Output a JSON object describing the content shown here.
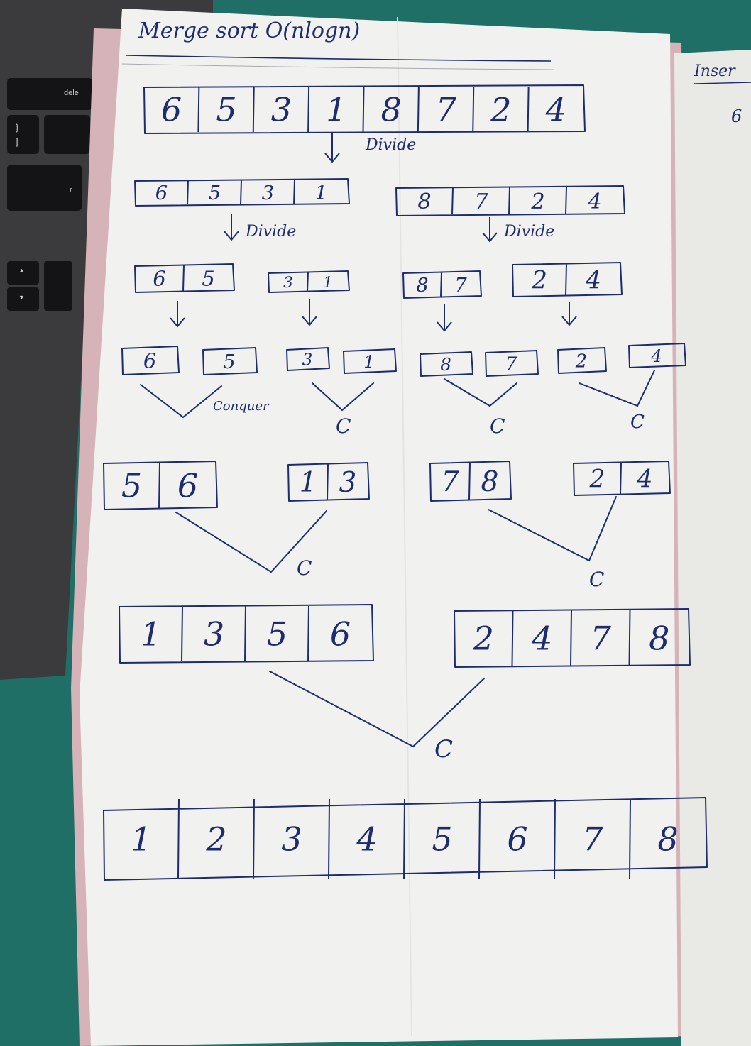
{
  "page": {
    "title": "Merge sort O(nlogn)",
    "divide_label": "Divide",
    "conquer_label": "Conquer",
    "c_label": "C",
    "next_page_fragment": "Inser",
    "next_page_digit": "6"
  },
  "laptop": {
    "key_delete": "dele",
    "key_r": "r",
    "key_up": "▲",
    "key_down": "▼",
    "key_brace": "}",
    "key_bracket": "]"
  },
  "levels": [
    {
      "arrays": [
        [
          "6",
          "5",
          "3",
          "1",
          "8",
          "7",
          "2",
          "4"
        ]
      ]
    },
    {
      "arrays": [
        [
          "6",
          "5",
          "3",
          "1"
        ],
        [
          "8",
          "7",
          "2",
          "4"
        ]
      ]
    },
    {
      "arrays": [
        [
          "6",
          "5"
        ],
        [
          "3",
          "1"
        ],
        [
          "8",
          "7"
        ],
        [
          "2",
          "4"
        ]
      ]
    },
    {
      "arrays": [
        [
          "6"
        ],
        [
          "5"
        ],
        [
          "3"
        ],
        [
          "1"
        ],
        [
          "8"
        ],
        [
          "7"
        ],
        [
          "2"
        ],
        [
          "4"
        ]
      ]
    },
    {
      "arrays": [
        [
          "5",
          "6"
        ],
        [
          "1",
          "3"
        ],
        [
          "7",
          "8"
        ],
        [
          "2",
          "4"
        ]
      ]
    },
    {
      "arrays": [
        [
          "1",
          "3",
          "5",
          "6"
        ],
        [
          "2",
          "4",
          "7",
          "8"
        ]
      ]
    },
    {
      "arrays": [
        [
          "1",
          "2",
          "3",
          "4",
          "5",
          "6",
          "7",
          "8"
        ]
      ]
    }
  ],
  "colors": {
    "ink": "#1e2c6e",
    "paper": "#f1f1ef",
    "desk": "#1f6f66",
    "laptop": "#3b3b3e",
    "notebook_edge": "#d6b3b8"
  }
}
